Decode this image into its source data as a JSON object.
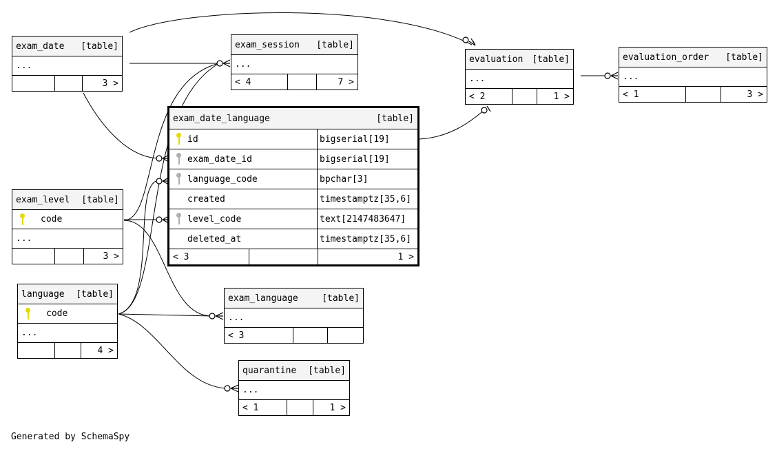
{
  "colors": {
    "primary_key": "#e6d800",
    "foreign_key": "#b0b0b0",
    "header_bg": "#f4f4f4"
  },
  "tables": {
    "exam_date": {
      "name": "exam_date",
      "kind": "[table]",
      "more": "...",
      "foot": [
        "",
        "",
        "3 >"
      ]
    },
    "exam_session": {
      "name": "exam_session",
      "kind": "[table]",
      "more": "...",
      "foot": [
        "< 4",
        "",
        "7 >"
      ]
    },
    "evaluation": {
      "name": "evaluation",
      "kind": "[table]",
      "more": "...",
      "foot": [
        "< 2",
        "",
        "1 >"
      ]
    },
    "evaluation_order": {
      "name": "evaluation_order",
      "kind": "[table]",
      "more": "...",
      "foot": [
        "< 1",
        "",
        "3 >"
      ]
    },
    "exam_level": {
      "name": "exam_level",
      "kind": "[table]",
      "key_col": "code",
      "more": "...",
      "foot": [
        "",
        "",
        "3 >"
      ]
    },
    "language": {
      "name": "language",
      "kind": "[table]",
      "key_col": "code",
      "more": "...",
      "foot": [
        "",
        "",
        "4 >"
      ]
    },
    "exam_language": {
      "name": "exam_language",
      "kind": "[table]",
      "more": "...",
      "foot": [
        "< 3",
        "",
        ""
      ]
    },
    "quarantine": {
      "name": "quarantine",
      "kind": "[table]",
      "more": "...",
      "foot": [
        "< 1",
        "",
        "1 >"
      ]
    },
    "exam_date_language": {
      "name": "exam_date_language",
      "kind": "[table]",
      "columns": [
        {
          "name": "id",
          "type": "bigserial[19]",
          "key": "pk"
        },
        {
          "name": "exam_date_id",
          "type": "bigserial[19]",
          "key": "fk"
        },
        {
          "name": "language_code",
          "type": "bpchar[3]",
          "key": "fk"
        },
        {
          "name": "created",
          "type": "timestamptz[35,6]",
          "key": "none"
        },
        {
          "name": "level_code",
          "type": "text[2147483647]",
          "key": "fk"
        },
        {
          "name": "deleted_at",
          "type": "timestamptz[35,6]",
          "key": "none"
        }
      ],
      "foot": [
        "< 3",
        "",
        "1 >"
      ]
    }
  },
  "footer": "Generated by SchemaSpy"
}
